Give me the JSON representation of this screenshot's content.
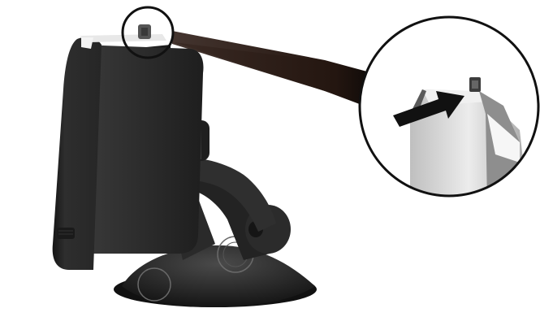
{
  "figure": {
    "subject": "gps-unit-on-suction-cup-mount",
    "callout": {
      "target": "release-button",
      "action": "press"
    },
    "icons": [
      "gps-device-icon",
      "suction-mount-icon",
      "press-arrow-icon",
      "zoom-circle-icon"
    ],
    "colors": {
      "background": "#ffffff",
      "device_body": "#2f2f2f",
      "device_edge": "#1a1a1a",
      "mount": "#262626",
      "callout_beam": "#2a1a14",
      "callout_ring": "#111111",
      "zoom_fill": "#dcdcdc",
      "arrow": "#111111"
    }
  }
}
